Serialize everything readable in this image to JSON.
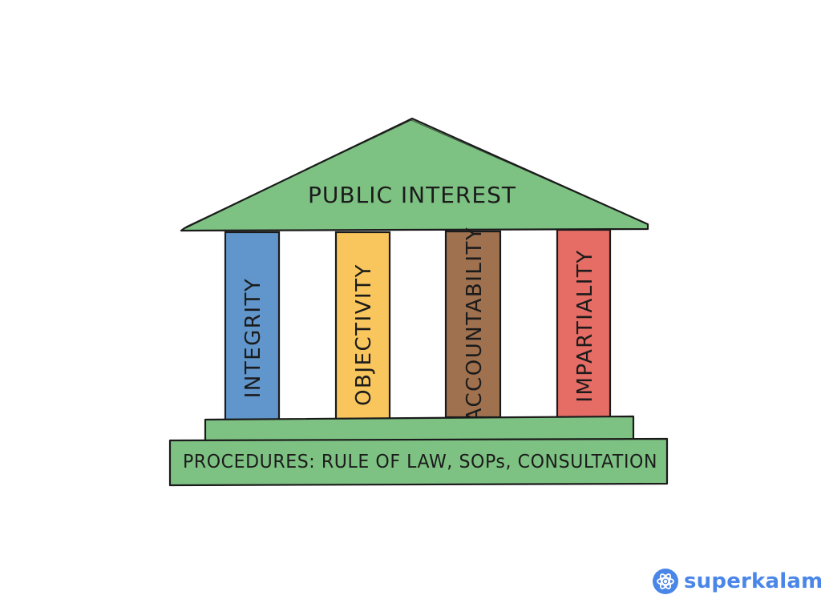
{
  "roof": {
    "label": "PUBLIC INTEREST",
    "color": "#7ec283"
  },
  "pillars": [
    {
      "label": "INTEGRITY",
      "color": "#6196cc"
    },
    {
      "label": "OBJECTIVITY",
      "color": "#f8c65c"
    },
    {
      "label": "ACCOUNTABILITY",
      "color": "#a0714f"
    },
    {
      "label": "IMPARTIALITY",
      "color": "#e56d65"
    }
  ],
  "base": {
    "label": "PROCEDURES: RULE OF LAW, SOPs, CONSULTATION",
    "color": "#7ec283"
  },
  "brand": {
    "name": "superkalam",
    "icon": "atom-icon",
    "color": "#4a86e8"
  }
}
